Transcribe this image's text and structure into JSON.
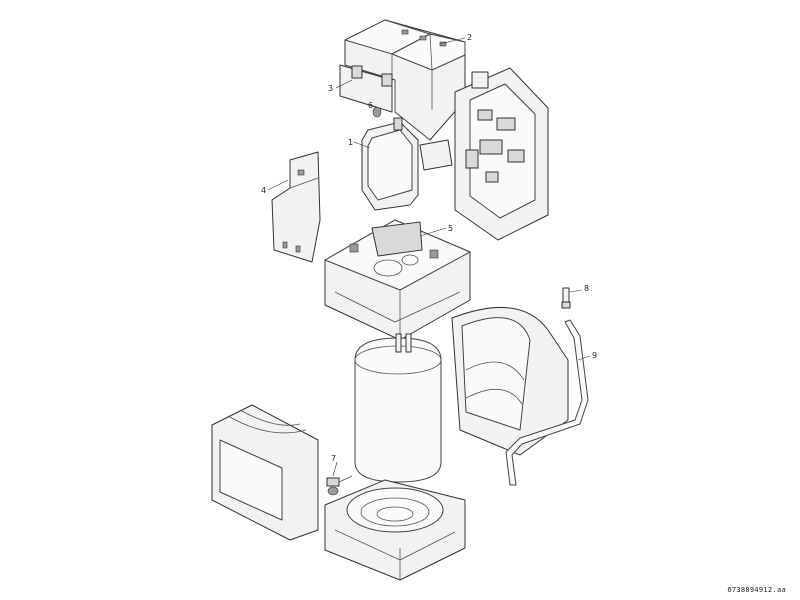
{
  "callouts": {
    "c1": "1",
    "c2": "2",
    "c3": "3",
    "c4": "4",
    "c5": "5",
    "c6": "6",
    "c7": "7",
    "c8": "8",
    "c9": "9"
  },
  "document_id": "6738894912.aa"
}
